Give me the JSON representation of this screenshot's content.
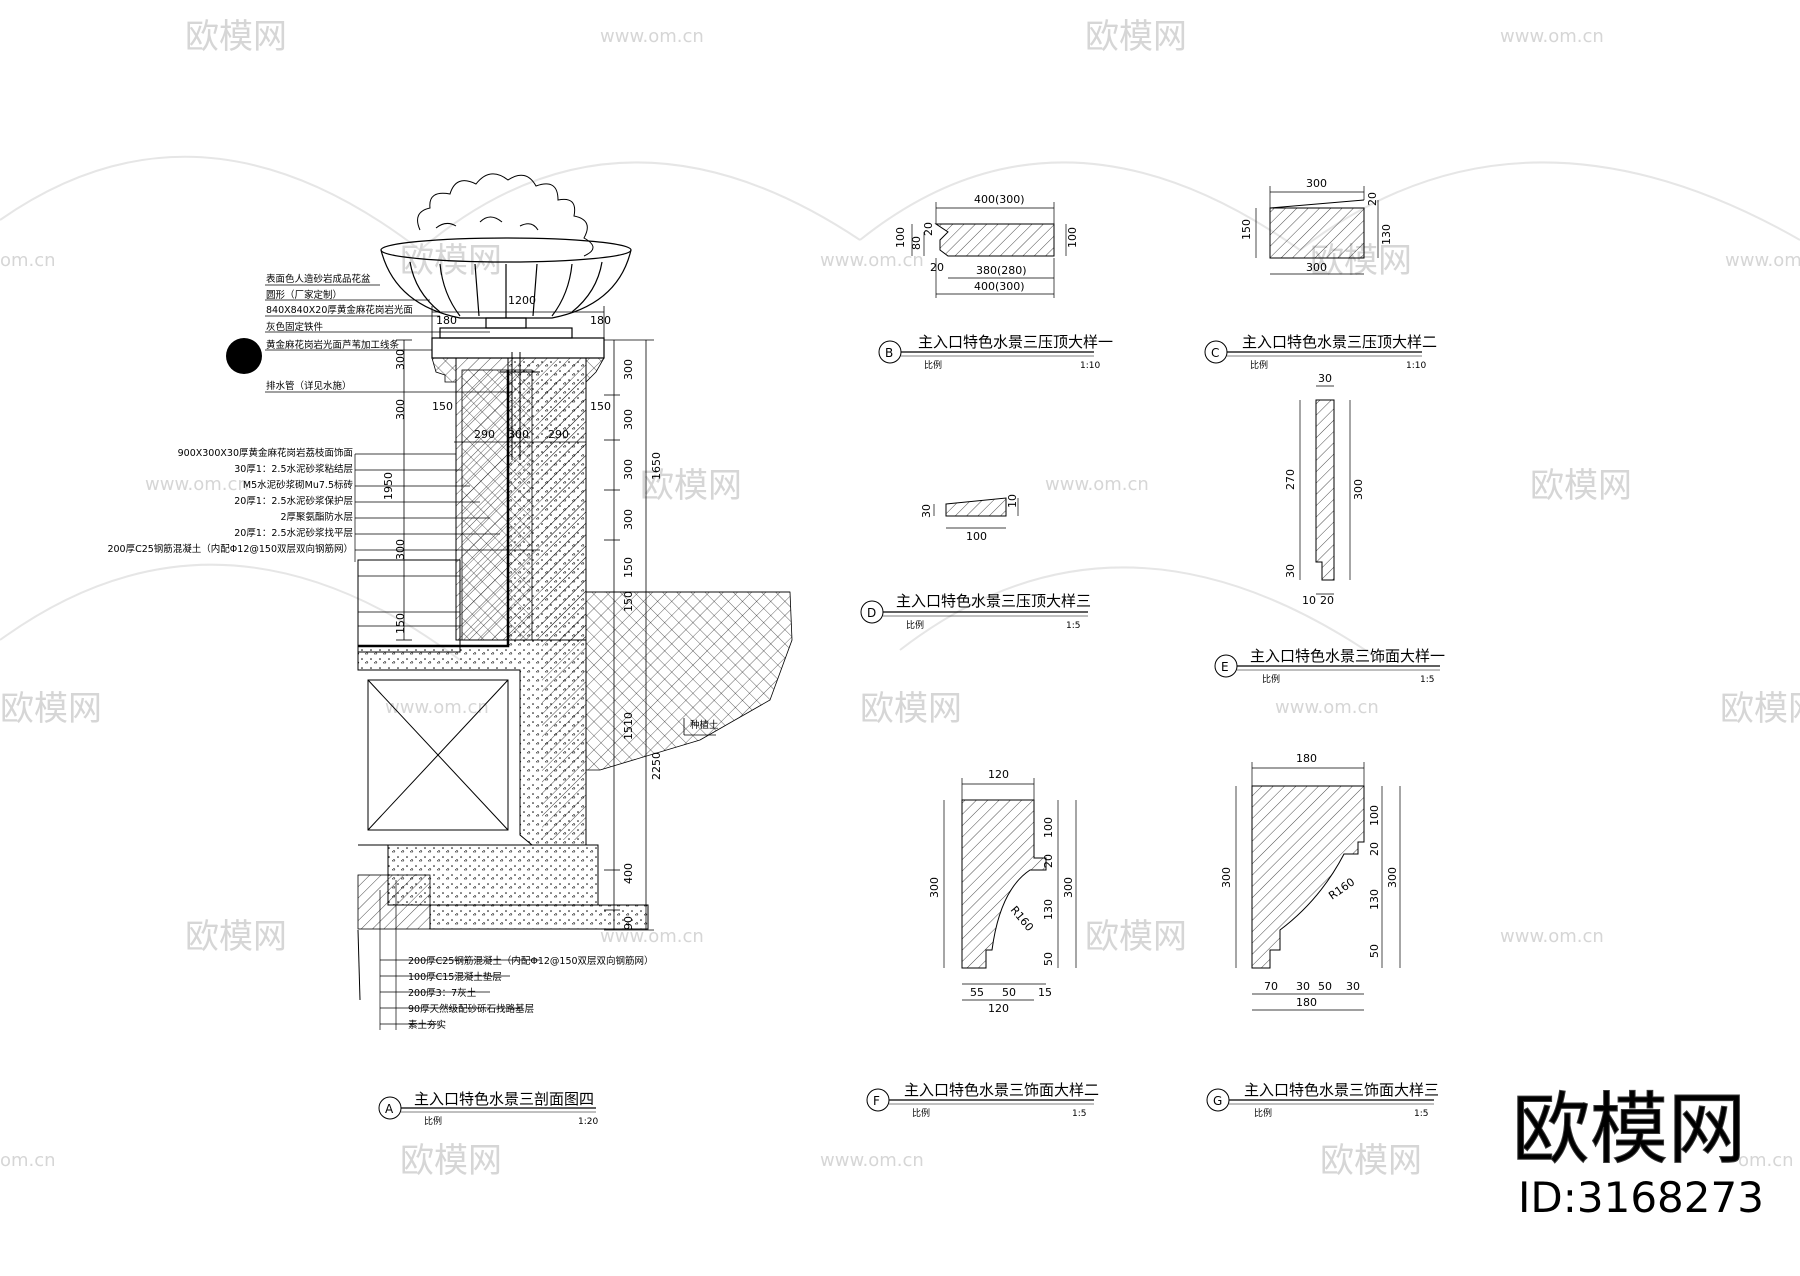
{
  "watermark": {
    "brand": "欧模网",
    "url": "www.om.cn",
    "url_cut": "om.cn",
    "id_text": "ID:3168273"
  },
  "sections": {
    "A": {
      "letter": "A",
      "title": "主入口特色水景三剖面图四",
      "scale_label": "比例",
      "scale": "1:20"
    },
    "B": {
      "letter": "B",
      "title": "主入口特色水景三压顶大样一",
      "scale_label": "比例",
      "scale": "1:10"
    },
    "C": {
      "letter": "C",
      "title": "主入口特色水景三压顶大样二",
      "scale_label": "比例",
      "scale": "1:10"
    },
    "D": {
      "letter": "D",
      "title": "主入口特色水景三压顶大样三",
      "scale_label": "比例",
      "scale": "1:5"
    },
    "E": {
      "letter": "E",
      "title": "主入口特色水景三饰面大样一",
      "scale_label": "比例",
      "scale": "1:5"
    },
    "F": {
      "letter": "F",
      "title": "主入口特色水景三饰面大样二",
      "scale_label": "比例",
      "scale": "1:5"
    },
    "G": {
      "letter": "G",
      "title": "主入口特色水景三饰面大样三",
      "scale_label": "比例",
      "scale": "1:5"
    }
  },
  "notes_top": [
    "表面色人造砂岩成品花盆",
    "圆形（厂家定制）",
    "840X840X20厚黄金麻花岗岩光面",
    "灰色固定铁件",
    "黄金麻花岗岩光面芦苇加工线条",
    "排水管（详见水施）"
  ],
  "notes_wall": [
    "900X300X30厚黄金麻花岗岩荔枝面饰面",
    "30厚1：2.5水泥砂浆粘结层",
    "M5水泥砂浆砌Mu7.5标砖",
    "20厚1：2.5水泥砂浆保护层",
    "2厚聚氨酯防水层",
    "20厚1：2.5水泥砂浆找平层",
    "200厚C25钢筋混凝土（内配Φ12@150双层双向钢筋网）"
  ],
  "notes_base": [
    "200厚C25钢筋混凝土（内配Φ12@150双层双向钢筋网）",
    "100厚C15混凝土垫层",
    "200厚3：7灰土",
    "90厚天然级配砂砾石找路基层",
    "素土夯实"
  ],
  "soil_label": "种植土",
  "dims_A": {
    "d1200": "1200",
    "d180": "180",
    "d290": "290",
    "d300": "300",
    "d150": "150",
    "d1950": "1950",
    "d1650": "1650",
    "d1510": "1510",
    "d2250": "2250",
    "d400": "400",
    "d90": "90"
  },
  "dims_B": {
    "top": "400(300)",
    "mid": "380(280)",
    "bot": "400(300)",
    "h100": "100",
    "h80": "80",
    "h20": "20",
    "w20": "20"
  },
  "dims_C": {
    "top": "300",
    "bot": "300",
    "h150": "150",
    "h130": "130",
    "h20": "20"
  },
  "dims_D": {
    "w100": "100",
    "h30": "30",
    "h10": "10"
  },
  "dims_E": {
    "w30": "30",
    "h270": "270",
    "h300": "300",
    "h30": "30",
    "w10": "10",
    "w20": "20"
  },
  "dims_F": {
    "w120": "120",
    "h300": "300",
    "h100": "100",
    "h20": "20",
    "h130": "130",
    "h50": "50",
    "r": "R160",
    "b55": "55",
    "b50": "50",
    "b15": "15"
  },
  "dims_G": {
    "w180": "180",
    "h300": "300",
    "h100": "100",
    "h20": "20",
    "h130": "130",
    "h50": "50",
    "r": "R160",
    "b70": "70",
    "b30": "30",
    "b50": "50"
  }
}
